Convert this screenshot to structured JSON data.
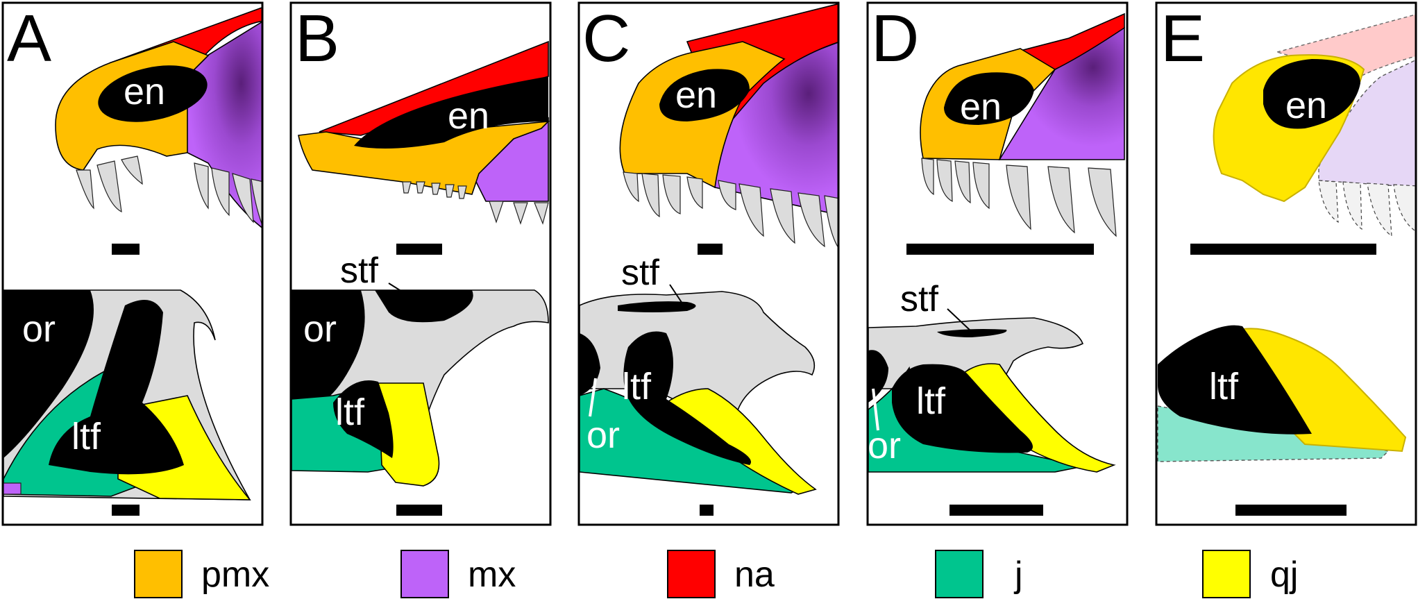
{
  "panels": [
    {
      "letter": "A"
    },
    {
      "letter": "B"
    },
    {
      "letter": "C"
    },
    {
      "letter": "D"
    },
    {
      "letter": "E"
    }
  ],
  "labels": {
    "en": "en",
    "or": "or",
    "ltf": "ltf",
    "stf": "stf"
  },
  "legend": [
    {
      "key": "pmx",
      "label": "pmx",
      "color": "#FFBF00"
    },
    {
      "key": "mx",
      "label": "mx",
      "color": "#BE63F9"
    },
    {
      "key": "na",
      "label": "na",
      "color": "#FF0000"
    },
    {
      "key": "j",
      "label": "j",
      "color": "#00C58E"
    },
    {
      "key": "qj",
      "label": "qj",
      "color": "#FFFF00"
    }
  ],
  "colors": {
    "bone_grey": "#DCDCDC",
    "opening_black": "#000000"
  }
}
